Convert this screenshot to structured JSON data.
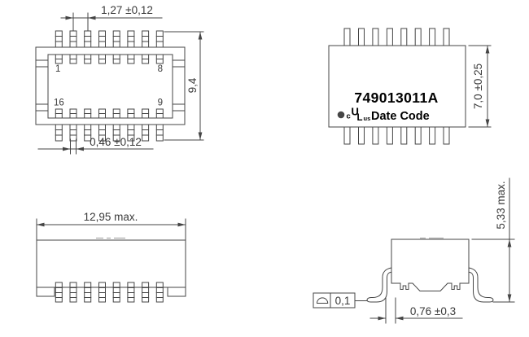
{
  "views": {
    "top": {
      "pin1": "1",
      "pin8": "8",
      "pin16": "16",
      "pin9": "9",
      "dim_pitch": "1,27 ±0,12",
      "dim_pin_width": "0,46 ±0,12",
      "dim_body_height": "9,4"
    },
    "marking": {
      "part_number": "749013011A",
      "ul_c": "c",
      "ul_u": "U",
      "ul_l": "L",
      "ul_us": "us",
      "date_code": "Date Code",
      "dim_body_width": "7,0 ±0,25"
    },
    "side": {
      "dim_length": "12,95 max."
    },
    "front": {
      "dim_height": "5,33 max.",
      "dim_lead_foot": "0,76 ±0,3",
      "coplanarity": "0,1"
    }
  },
  "colors": {
    "background": "#ffffff",
    "line": "#454545",
    "dimension_text": "#3a3a3a",
    "marking_text": "#000000"
  }
}
